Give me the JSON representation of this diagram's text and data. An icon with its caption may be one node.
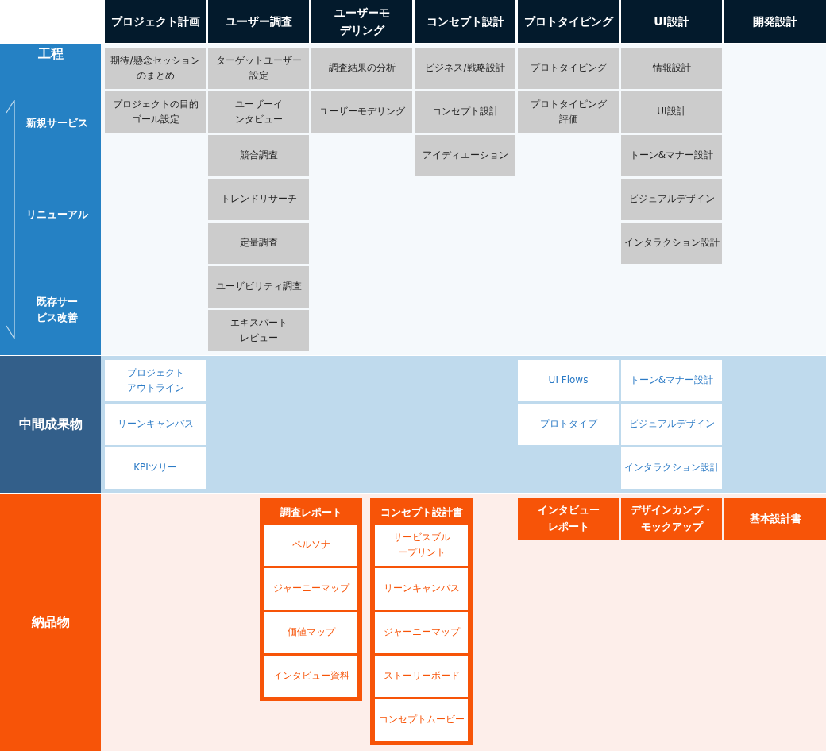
{
  "diagram": {
    "nodes": [
      {
        "text": [
          "プロジェクト計画"
        ]
      },
      {
        "text": [
          "ユーザー調査"
        ]
      },
      {
        "text": [
          "ユーザーモデリング"
        ]
      },
      {
        "text": [
          "コンセプト設計"
        ]
      },
      {
        "text": [
          "プロトタイピング"
        ]
      },
      {
        "text": [
          "UI設計"
        ]
      },
      {
        "text": [
          "開発設計"
        ]
      },
      {
        "text": [
          "工程"
        ]
      },
      {
        "text": [
          "期待/懸念セッションのまとめ"
        ]
      },
      {
        "text": [
          "プロジェクトの目的ゴール設定"
        ]
      },
      {
        "text": [
          "ターゲットユーザー設定"
        ]
      },
      {
        "text": [
          "ユーザーインタビュー"
        ]
      },
      {
        "text": [
          "競合調査"
        ]
      },
      {
        "text": [
          "トレンドリサーチ"
        ]
      },
      {
        "text": [
          "定量調査"
        ]
      },
      {
        "text": [
          "ユーザビリティ調査"
        ]
      },
      {
        "text": [
          "エキスパートレビュー"
        ]
      },
      {
        "text": [
          "調査結果の分析"
        ]
      },
      {
        "text": [
          "ユーザーモデリング"
        ]
      },
      {
        "text": [
          "ビジネス/戦略設計"
        ]
      },
      {
        "text": [
          "コンセプト設計"
        ]
      },
      {
        "text": [
          "アイディエーション"
        ]
      },
      {
        "text": [
          "プロトタイピング"
        ]
      },
      {
        "text": [
          "プロトタイピング評価"
        ]
      },
      {
        "text": [
          "情報設計"
        ]
      },
      {
        "text": [
          "UI設計"
        ]
      },
      {
        "text": [
          "トーン&マナー設計"
        ]
      },
      {
        "text": [
          "ビジュアルデザイン"
        ]
      },
      {
        "text": [
          "インタラクション設計"
        ]
      },
      {
        "text": [
          "中間成果物"
        ]
      },
      {
        "text": [
          "プロジェクトアウトライン"
        ]
      },
      {
        "text": [
          "リーンキャンバス"
        ]
      },
      {
        "text": [
          "KPIツリー"
        ]
      },
      {
        "text": [
          "UI Flows"
        ]
      },
      {
        "text": [
          "プロトタイプ"
        ]
      },
      {
        "text": [
          "トーン&マナー設計"
        ]
      },
      {
        "text": [
          "ビジュアルデザイン"
        ]
      },
      {
        "text": [
          "インタラクション設計"
        ]
      },
      {
        "text": [
          "納品物"
        ]
      },
      {
        "text": [
          "調査レポート"
        ]
      },
      {
        "text": [
          "ペルソナ"
        ],
        "in": 39
      },
      {
        "text": [
          "ジャーニーマップ"
        ],
        "in": 39
      },
      {
        "text": [
          "価値マップ"
        ],
        "in": 39
      },
      {
        "text": [
          "インタビュー資料"
        ],
        "in": 39
      },
      {
        "text": [
          "コンセプト設計書"
        ]
      },
      {
        "text": [
          "サービスブループリント"
        ],
        "in": 44
      },
      {
        "text": [
          "リーンキャンバス"
        ],
        "in": 44
      },
      {
        "text": [
          "ジャーニーマップ"
        ],
        "in": 44
      },
      {
        "text": [
          "ストーリーボード"
        ],
        "in": 44
      },
      {
        "text": [
          "コンセプトムービー"
        ],
        "in": 44
      },
      {
        "text": [
          "インタビューレポート"
        ]
      },
      {
        "text": [
          "デザインカンプ・モックアップ"
        ]
      },
      {
        "text": [
          "基本設計書"
        ]
      }
    ],
    "labels": [
      "新規サービス",
      "リニューアル",
      "既存サービス改善"
    ]
  }
}
